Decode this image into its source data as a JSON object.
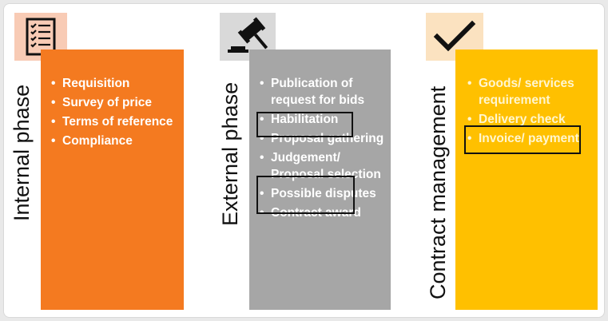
{
  "phases": [
    {
      "title": "Internal phase",
      "color": "#f47a20",
      "icon": "checklist-icon",
      "icon_bg": "#f8cbb5",
      "items": [
        "Requisition",
        "Survey of price",
        "Terms of reference",
        "Compliance"
      ]
    },
    {
      "title": "External phase",
      "color": "#a6a6a6",
      "icon": "gavel-icon",
      "icon_bg": "#d9d9d9",
      "items": [
        "Publication of request for bids",
        "Habilitation",
        "Proposal gathering",
        "Judgement/ Proposal selection",
        "Possible disputes",
        "Contract award"
      ]
    },
    {
      "title": "Contract management",
      "color": "#ffc000",
      "icon": "checkmark-icon",
      "icon_bg": "#fbe2c0",
      "items": [
        "Goods/ services requirement",
        "Delivery check",
        "Invoice/ payment"
      ]
    }
  ]
}
